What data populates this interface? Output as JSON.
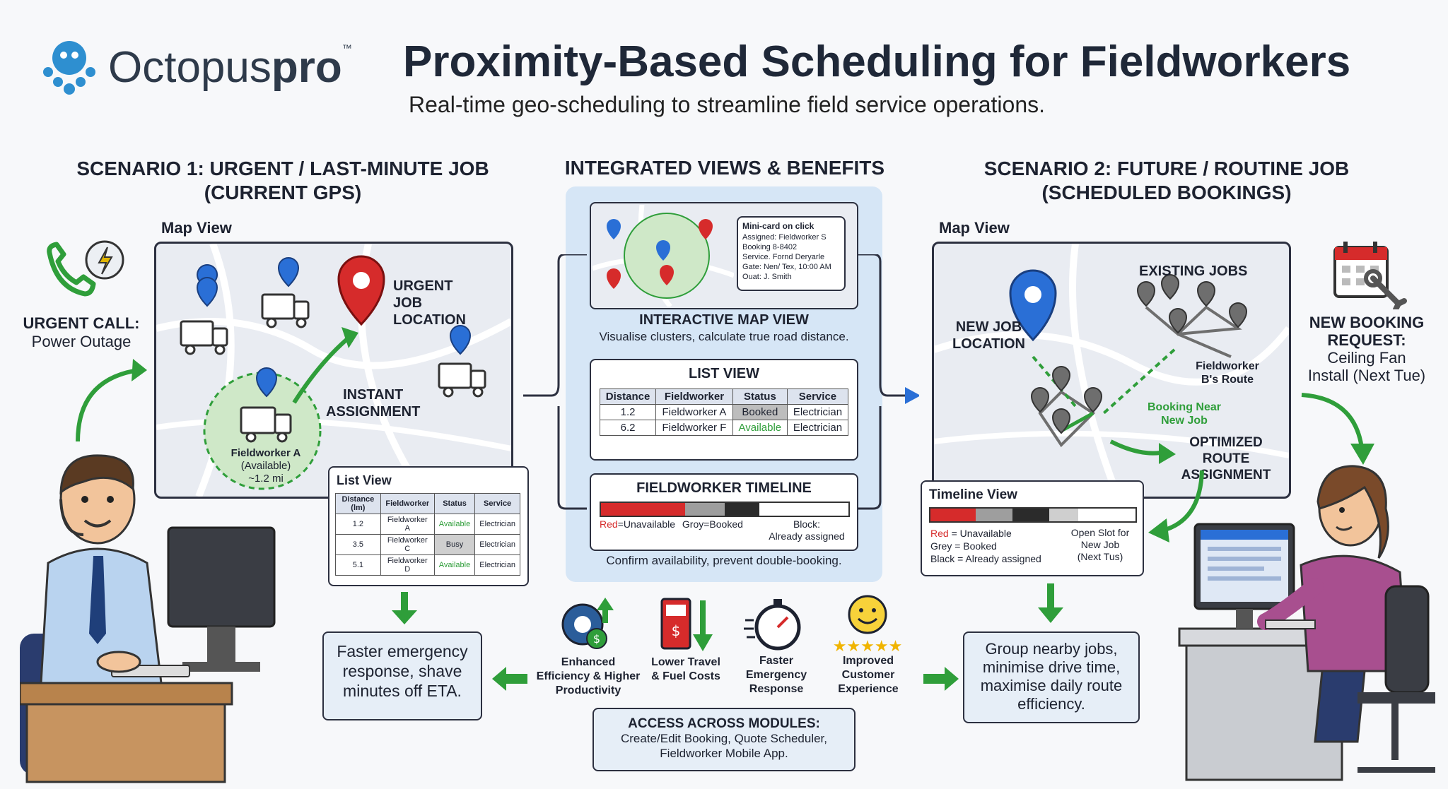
{
  "brand": {
    "name_light": "Octopus",
    "name_bold": "pro",
    "tm": "™",
    "accent": "#2e8fd0"
  },
  "header": {
    "title": "Proximity-Based Scheduling for Fieldworkers",
    "subtitle": "Real-time geo-scheduling to streamline field service operations."
  },
  "scenario1": {
    "title_line1": "SCENARIO 1: URGENT / LAST-MINUTE JOB",
    "title_line2": "(CURRENT GPS)",
    "map_label": "Map View",
    "call_label": "URGENT CALL:",
    "call_detail": "Power Outage",
    "urgent_l1": "URGENT",
    "urgent_l2": "JOB",
    "urgent_l3": "LOCATION",
    "instant_l1": "INSTANT",
    "instant_l2": "ASSIGNMENT",
    "fw_name": "Fieldworker A",
    "fw_status": "(Available)",
    "fw_dist": "~1.2 mi",
    "list_title": "List View",
    "list_headers": [
      "Distance (lm)",
      "Fieldworker",
      "Status",
      "Service"
    ],
    "list_rows": [
      [
        "1.2",
        "Fieldworker A",
        "Available",
        "Electrician"
      ],
      [
        "3.5",
        "Fieldworker C",
        "Busy",
        "Electrician"
      ],
      [
        "5.1",
        "Fieldworker D",
        "Available",
        "Electrician"
      ]
    ],
    "benefit_l1": "Faster emergency",
    "benefit_l2": "response, shave",
    "benefit_l3": "minutes off ETA."
  },
  "center": {
    "title": "INTEGRATED VIEWS & BENEFITS",
    "minicard_title": "Mini-card on click",
    "minicard_lines": [
      "Assigned: Fieldworker S",
      "Booking 8-8402",
      "Service. Fornd Deryarle",
      "Gate: Nen/ Tex, 10:00 AM",
      "Ouat: J. Smith"
    ],
    "imap_title": "INTERACTIVE MAP VIEW",
    "imap_desc": "Visualise clusters, calculate true road distance.",
    "list_title": "LIST VIEW",
    "list_headers": [
      "Distance",
      "Fieldworker",
      "Status",
      "Service"
    ],
    "list_rows": [
      [
        "1.2",
        "Fieldworker A",
        "Booked",
        "Electrician"
      ],
      [
        "6.2",
        "Fieldworker F",
        "Available",
        "Electrician"
      ]
    ],
    "timeline_title": "FIELDWORKER TIMELINE",
    "tl_red": "Red",
    "tl_red_eq": "=Unavailable",
    "tl_grey": "Groy=Booked",
    "tl_block_l1": "Block:",
    "tl_block_l2": "Already assigned",
    "confirm": "Confirm availability, prevent double-booking.",
    "benefits": [
      {
        "l1": "Enhanced",
        "l2": "Efficiency & Higher",
        "l3": "Productivity",
        "icon": "gear-dollar-icon"
      },
      {
        "l1": "Lower Travel",
        "l2": "& Fuel Costs",
        "l3": "",
        "icon": "fuel-pump-icon"
      },
      {
        "l1": "Faster",
        "l2": "Emergency",
        "l3": "Response",
        "icon": "stopwatch-icon"
      },
      {
        "l1": "Improved",
        "l2": "Customer",
        "l3": "Experience",
        "icon": "smiley-stars-icon"
      }
    ],
    "access_title": "ACCESS ACROSS MODULES:",
    "access_l1": "Create/Edit Booking, Quote Scheduler,",
    "access_l2": "Fieldworker Mobile App."
  },
  "scenario2": {
    "title_line1": "SCENARIO 2: FUTURE / ROUTINE JOB",
    "title_line2": "(SCHEDULED BOOKINGS)",
    "map_label": "Map View",
    "existing": "EXISTING JOBS",
    "newjob_l1": "NEW JOB",
    "newjob_l2": "LOCATION",
    "route_l1": "Fieldworker",
    "route_l2": "B's Route",
    "near_l1": "Booking Near",
    "near_l2": "New Job",
    "opt_l1": "OPTIMIZED",
    "opt_l2": "ROUTE",
    "opt_l3": "ASSIGNMENT",
    "request_l1": "NEW BOOKING",
    "request_l2": "REQUEST:",
    "request_l3": "Ceiling Fan",
    "request_l4": "Install (Next Tue)",
    "tl_title": "Timeline View",
    "tl_red": "Red",
    "tl_red_eq": " = Unavailable",
    "tl_grey": "Grey = Booked",
    "tl_black": "Black = Already assigned",
    "tl_open_l1": "Open Slot for",
    "tl_open_l2": "New Job",
    "tl_open_l3": "(Next Tus)",
    "benefit_l1": "Group nearby jobs,",
    "benefit_l2": "minimise drive time,",
    "benefit_l3": "maximise daily route",
    "benefit_l4": "efficiency."
  },
  "colors": {
    "pin_blue": "#2a6fd6",
    "pin_red": "#d62b2b",
    "pin_grey": "#6e6e6e",
    "green": "#2f9e3a",
    "dark": "#2c3040"
  }
}
